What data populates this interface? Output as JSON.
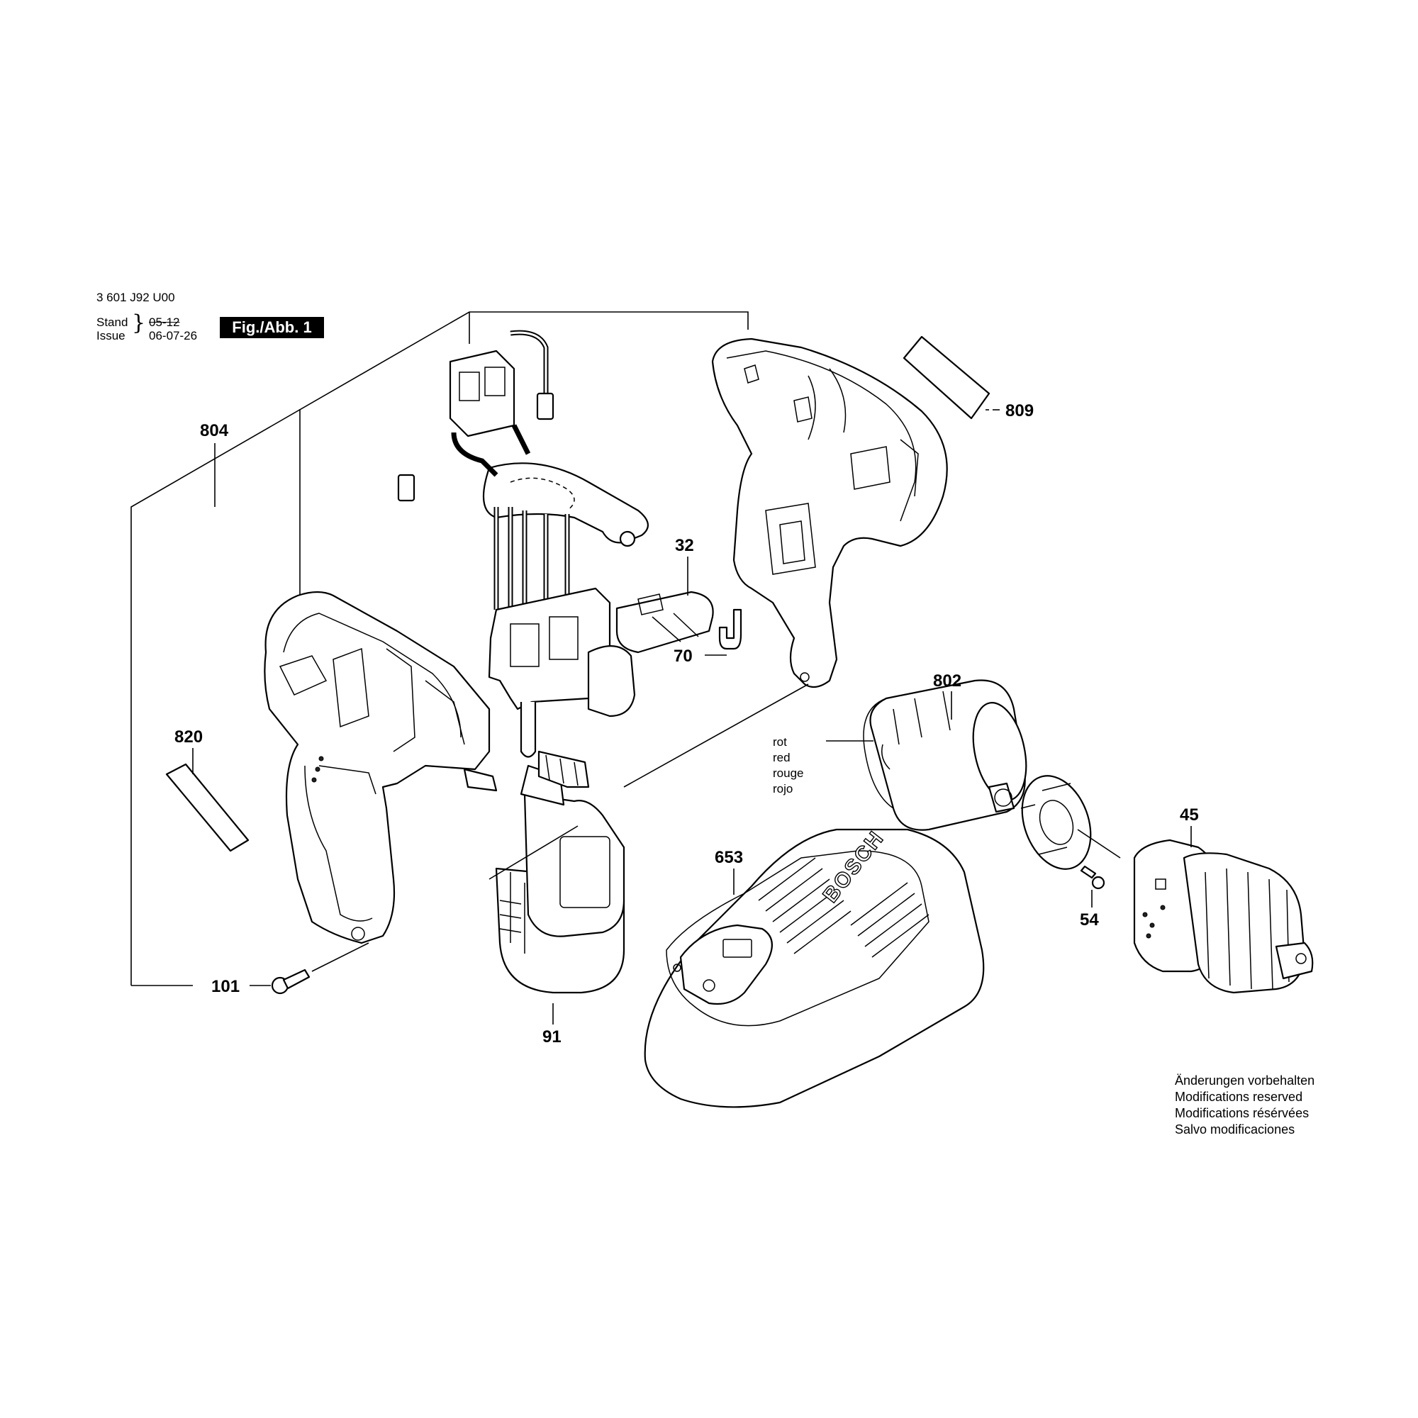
{
  "header": {
    "model_number": "3 601 J92 U00",
    "stand_label": "Stand",
    "stand_date": "05-12",
    "issue_label": "Issue",
    "issue_date": "06-07-26",
    "figure_label": "Fig./Abb. 1"
  },
  "callouts": [
    {
      "id": "804",
      "label": "804"
    },
    {
      "id": "809",
      "label": "809"
    },
    {
      "id": "32",
      "label": "32"
    },
    {
      "id": "70",
      "label": "70"
    },
    {
      "id": "802",
      "label": "802"
    },
    {
      "id": "820",
      "label": "820"
    },
    {
      "id": "653",
      "label": "653"
    },
    {
      "id": "45",
      "label": "45"
    },
    {
      "id": "54",
      "label": "54"
    },
    {
      "id": "101",
      "label": "101"
    },
    {
      "id": "91",
      "label": "91"
    }
  ],
  "wire_color_labels": [
    "rot",
    "red",
    "rouge",
    "rojo"
  ],
  "charger_brand": "BOSCH",
  "notes": [
    "Änderungen vorbehalten",
    "Modifications reserved",
    "Modifications résérvées",
    "Salvo modificaciones"
  ]
}
